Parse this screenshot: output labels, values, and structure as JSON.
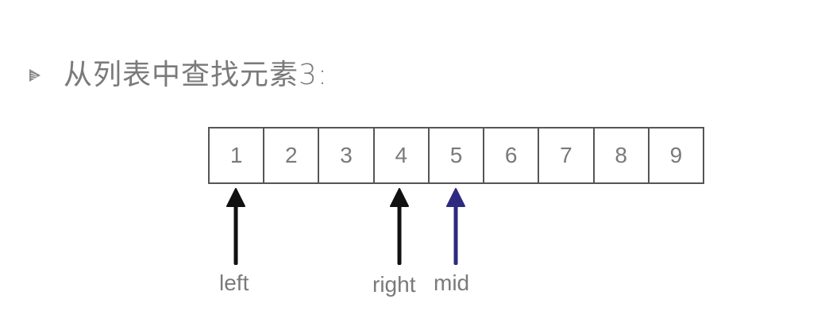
{
  "heading": {
    "bullet_icon": "triangle-bullet-icon",
    "text": "从列表中查找元素3:"
  },
  "array": {
    "cells": [
      "1",
      "2",
      "3",
      "4",
      "5",
      "6",
      "7",
      "8",
      "9"
    ]
  },
  "pointers": [
    {
      "name": "left",
      "label": "left",
      "index": 0,
      "color": "#111111"
    },
    {
      "name": "right",
      "label": "right",
      "index": 3,
      "color": "#111111"
    },
    {
      "name": "mid",
      "label": "mid",
      "index": 4,
      "color": "#2e2a80"
    }
  ],
  "colors": {
    "text": "#7a7a7a",
    "border": "#555555",
    "pointer_default": "#111111",
    "pointer_mid": "#2e2a80"
  }
}
